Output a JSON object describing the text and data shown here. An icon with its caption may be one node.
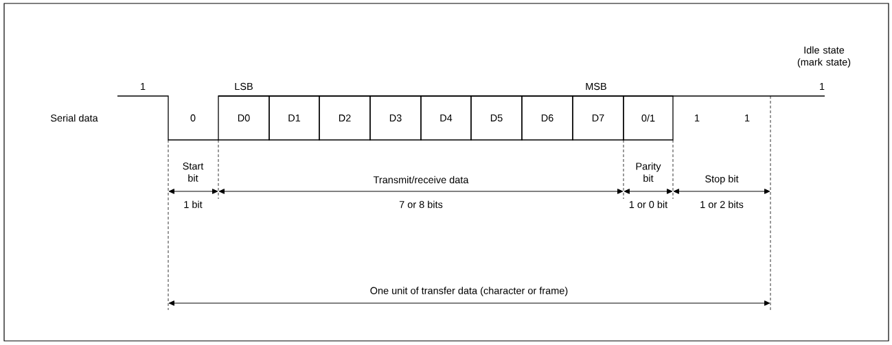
{
  "diagram": {
    "nodes": [
      {
        "text": [
          "D0"
        ]
      },
      {
        "text": [
          "D1"
        ]
      },
      {
        "text": [
          "D2"
        ]
      },
      {
        "text": [
          "D3"
        ]
      },
      {
        "text": [
          "D4"
        ]
      },
      {
        "text": [
          "D5"
        ]
      },
      {
        "text": [
          "D6"
        ]
      },
      {
        "text": [
          "D7"
        ]
      },
      {
        "text": [
          "0/1"
        ]
      }
    ],
    "labels": [
      "Idle state (mark state)",
      "1",
      "LSB",
      "MSB",
      "1",
      "Serial data",
      "0",
      "1",
      "1",
      "Start bit",
      "Transmit/receive data",
      "Parity bit",
      "Stop bit",
      "1 bit",
      "7 or 8 bits",
      "1 or 0 bit",
      "1 or 2 bits",
      "One unit of transfer data (character or frame)"
    ]
  }
}
